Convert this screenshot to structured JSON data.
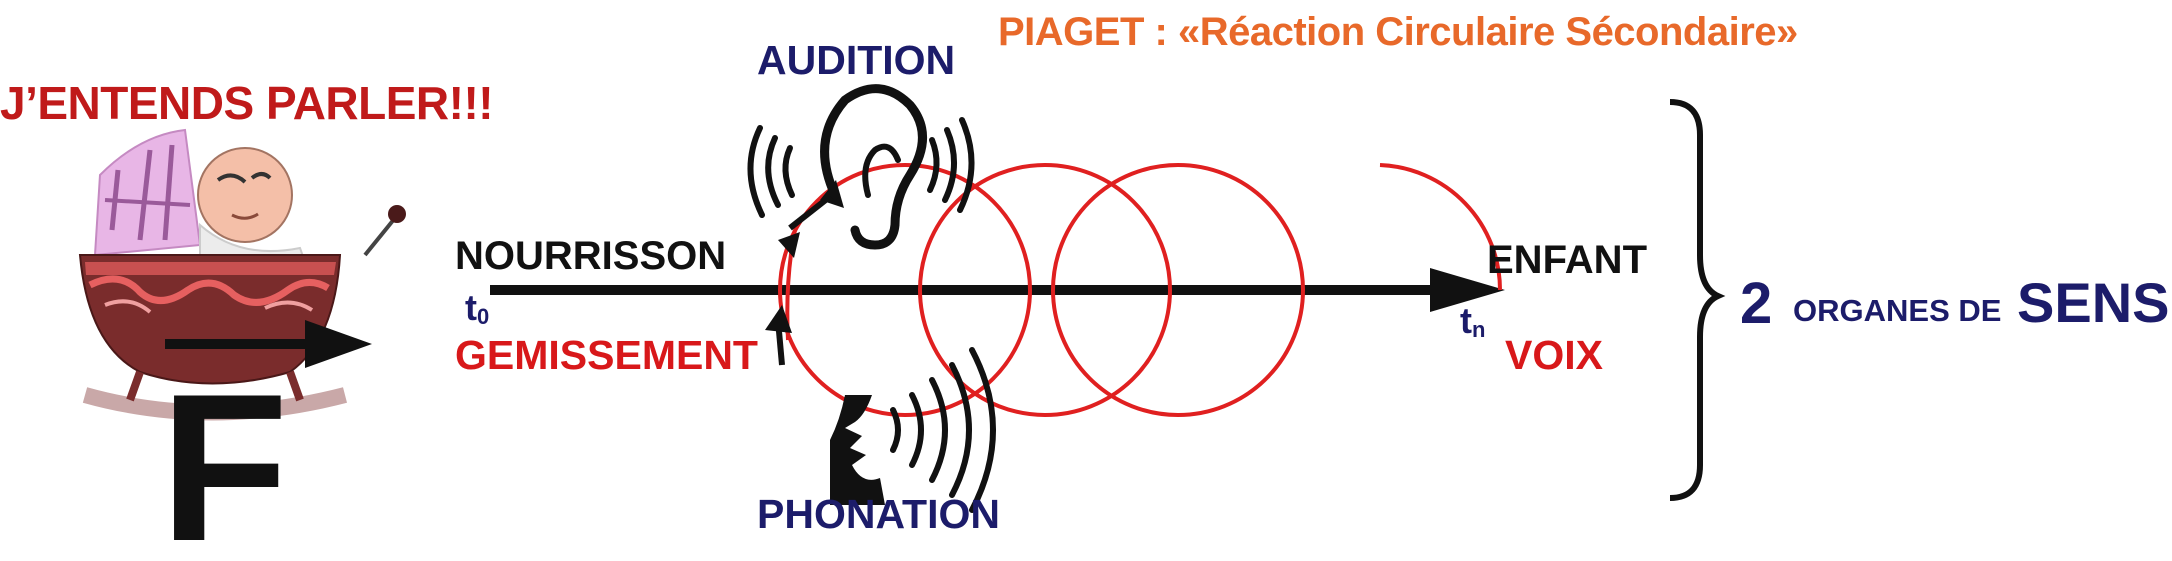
{
  "title": "PIAGET : «Réaction Circulaire Sécondaire»",
  "headline": "J’ENTENDS PARLER!!!",
  "sense_top": "AUDITION",
  "sense_bottom": "PHONATION",
  "start": {
    "label": "NOURRISSON",
    "time_base": "t",
    "time_sub": "0",
    "sound": "GEMISSEMENT"
  },
  "end": {
    "label": "ENFANT",
    "time_base": "t",
    "time_sub": "n",
    "sound": "VOIX"
  },
  "summary": {
    "count": "2",
    "organes": "ORGANES DE",
    "word": "SENS"
  },
  "baby_letter": "F",
  "colors": {
    "title": "#e8692a",
    "headline": "#c01a1a",
    "navy": "#1c1c6a",
    "red": "#d8181a",
    "spiral": "#e02020",
    "black": "#111111"
  },
  "icons": {
    "ear": "ear-icon",
    "speaking_head": "speaking-head-icon",
    "baby_cradle": "baby-in-cradle-icon"
  }
}
